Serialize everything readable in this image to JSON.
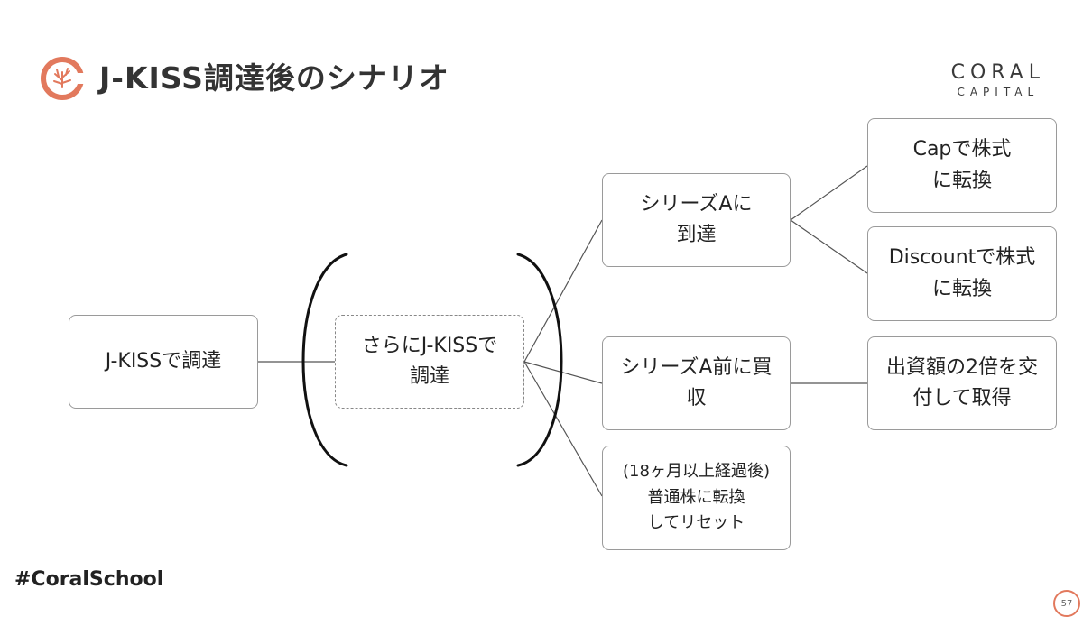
{
  "header": {
    "title": "J-KISS調達後のシナリオ",
    "brand_line1": "CORAL",
    "brand_line2": "CAPITAL",
    "logo_icon": "coral-logo-icon",
    "accent_color": "#e2795d"
  },
  "diagram": {
    "nodes": {
      "start": "J-KISSで調達",
      "further_raise": "さらにJ-KISSで\n調達",
      "series_a": "シリーズAに\n到達",
      "cap_convert": "Capで株式\nに転換",
      "discount_convert": "Discountで株式\nに転換",
      "acquired": "シリーズA前に買\n収",
      "double_payout": "出資額の2倍を交\n付して取得",
      "reset": "(18ヶ月以上経過後)\n普通株に転換\nしてリセット"
    }
  },
  "footer": {
    "hashtag": "#CoralSchool",
    "page_number": "57"
  }
}
